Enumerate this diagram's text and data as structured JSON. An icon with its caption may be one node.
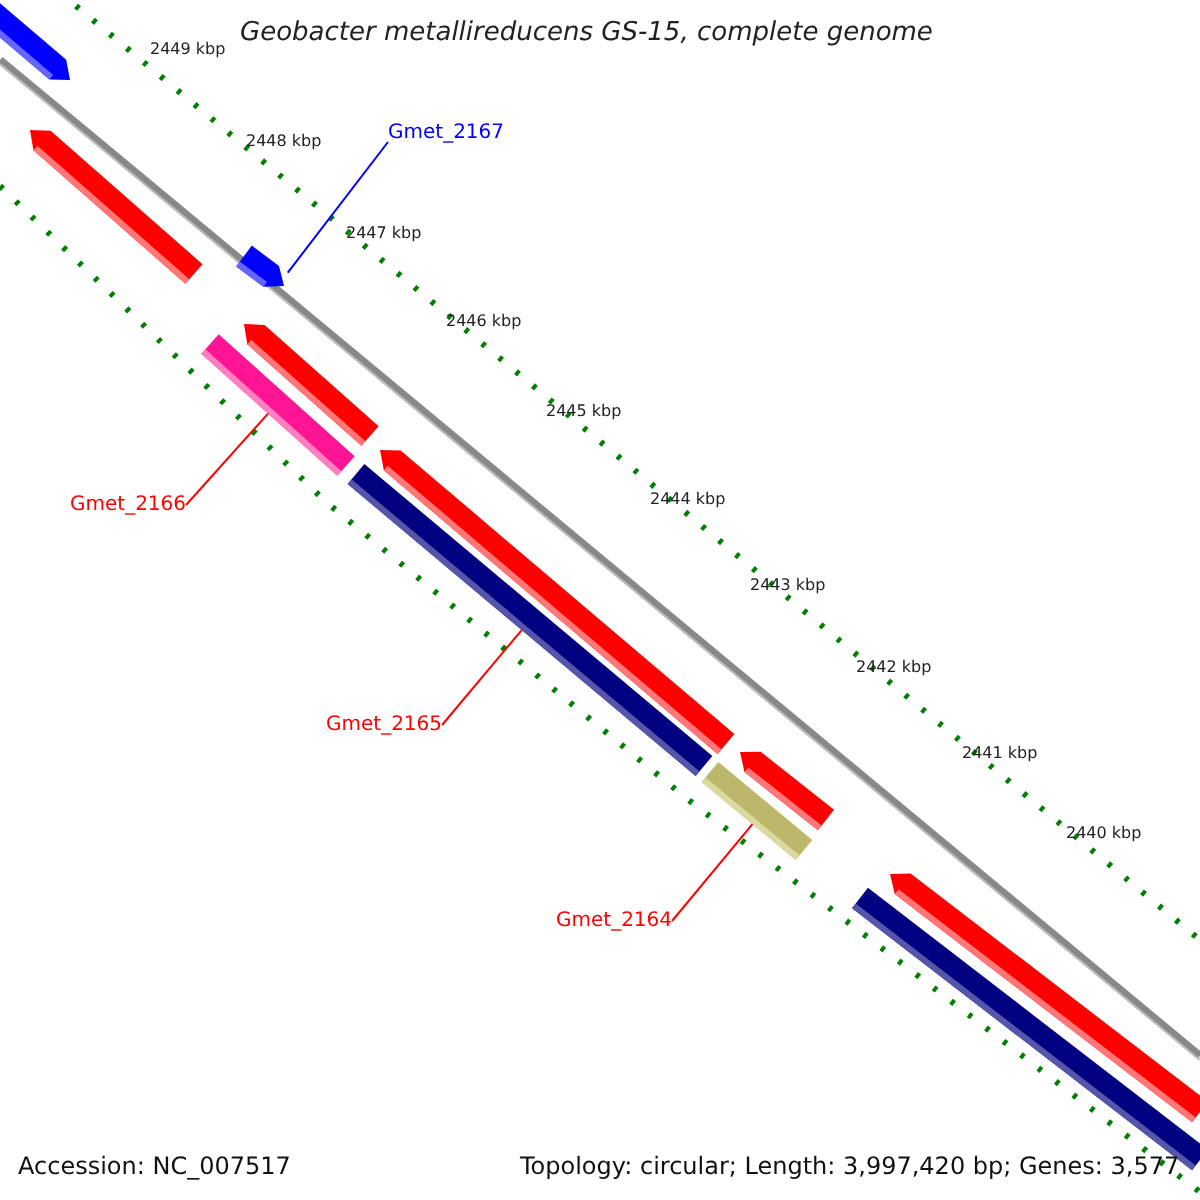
{
  "diagram": {
    "title": "Geobacter metallireducens GS-15, complete genome",
    "nodes": [
      {
        "text": [],
        "shape": "arrow"
      },
      {
        "text": [
          "Gmet_2167"
        ]
      },
      {
        "text": [],
        "shape": "arrow"
      },
      {
        "text": [],
        "shape": "arrow"
      },
      {
        "text": [],
        "shape": "arrow"
      },
      {
        "text": [],
        "shape": "bar"
      },
      {
        "text": [
          "Gmet_2166"
        ]
      },
      {
        "text": [],
        "shape": "arrow"
      },
      {
        "text": [],
        "shape": "bar"
      },
      {
        "text": [
          "Gmet_2165"
        ]
      },
      {
        "text": [],
        "shape": "arrow"
      },
      {
        "text": [],
        "shape": "bar"
      },
      {
        "text": [
          "Gmet_2164"
        ]
      },
      {
        "text": [],
        "shape": "arrow"
      },
      {
        "text": [],
        "shape": "bar"
      }
    ],
    "edges": [
      {
        "from": 1,
        "to": 3,
        "arrow": "none",
        "color": "#0000ff"
      },
      {
        "from": 6,
        "to": 5,
        "arrow": "none"
      },
      {
        "from": 9,
        "to": 8,
        "arrow": "none"
      },
      {
        "from": 12,
        "to": 11,
        "arrow": "none"
      }
    ],
    "labels": [
      "2449 kbp",
      "2448 kbp",
      "2447 kbp",
      "2446 kbp",
      "2445 kbp",
      "2444 kbp",
      "2443 kbp",
      "2442 kbp",
      "2441 kbp",
      "2440 kbp",
      "Accession: NC_007517",
      "Topology: circular; Length: 3,997,420 bp; Genes: 3,577"
    ]
  }
}
